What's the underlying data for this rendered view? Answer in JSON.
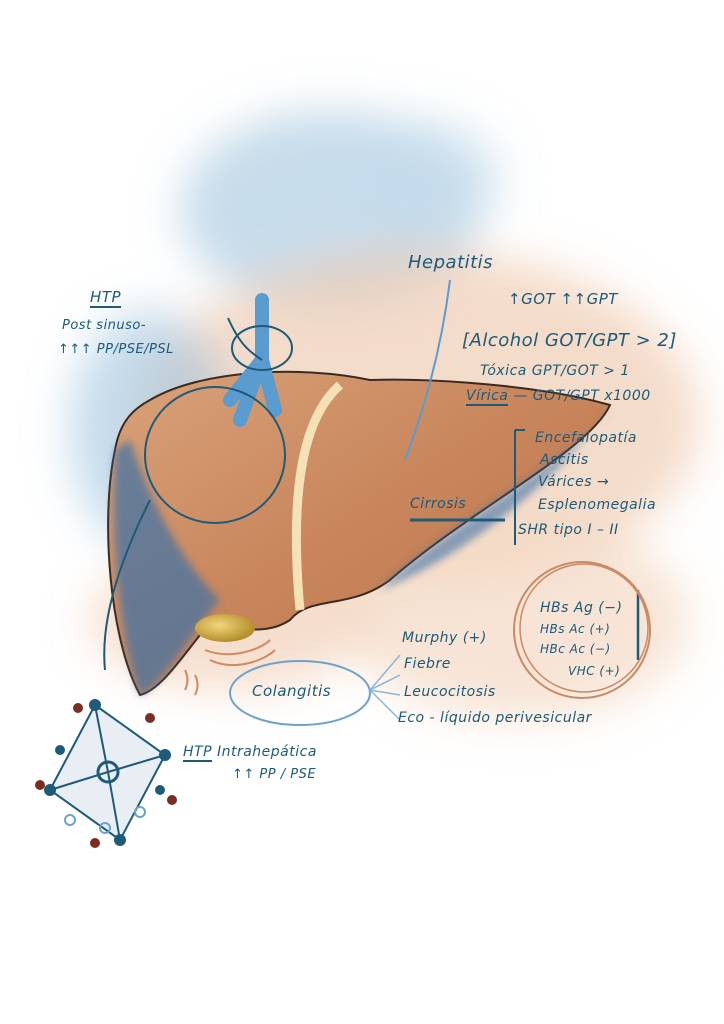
{
  "colors": {
    "ink": "#1d5b78",
    "liver": "#c9875a",
    "blue": "#4f8fc0",
    "wash_blue": "#b9d3e6",
    "wash_orange": "#f0cdb4",
    "gallbladder": "#c9a22e",
    "hepatitis_circle": "#c98a66"
  },
  "htp_post": {
    "title": "HTP",
    "line1": "Post sinuso-",
    "line2": "↑↑↑ PP/PSE/PSL"
  },
  "hepatitis": {
    "title": "Hepatitis",
    "line1": "↑GOT ↑↑GPT",
    "line2": "[Alcohol GOT/GPT > 2]",
    "line3": "Tóxica GPT/GOT > 1",
    "line4_label": "Vírica",
    "line4": "— GOT/GPT x1000"
  },
  "cirrosis": {
    "title": "Cirrosis",
    "items": [
      "Encefalopatía",
      "Ascitis",
      "Várices →",
      "Esplenomegalia",
      "SHR tipo I – II"
    ]
  },
  "colangitis": {
    "title": "Colangitis",
    "items": [
      "Murphy (+)",
      "Fiebre",
      "Leucocitosis",
      "Eco - líquido perivesicular"
    ]
  },
  "serology": {
    "items": [
      "HBs Ag (−)",
      "HBs Ac (+)",
      "HBc Ac (−)",
      "VHC (+)"
    ]
  },
  "htp_intra": {
    "title": "HTP",
    "title_rest": "Intrahepática",
    "line2": "↑↑ PP / PSE"
  }
}
